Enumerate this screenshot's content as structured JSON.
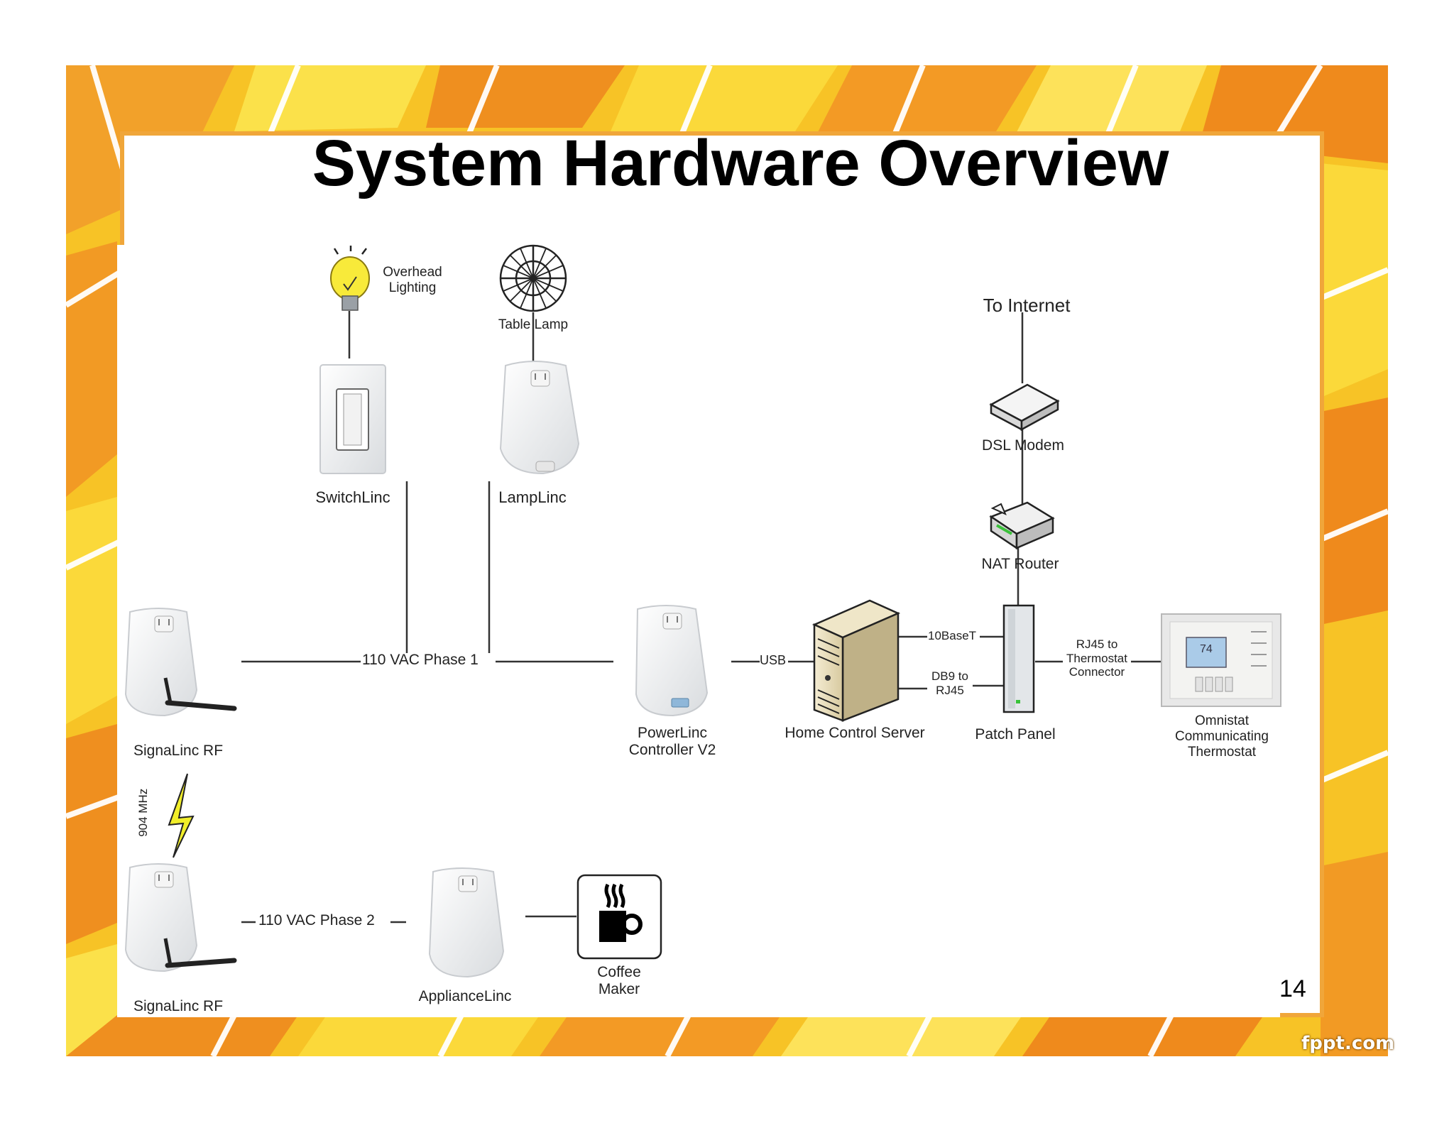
{
  "slide": {
    "title": "System Hardware Overview",
    "page_number": "14",
    "watermark": "fppt.com"
  },
  "devices": {
    "overhead_lighting": "Overhead\nLighting",
    "table_lamp": "Table Lamp",
    "switchlinc": "SwitchLinc",
    "lamplinc": "LampLinc",
    "signalinc_rf_top": "SignaLinc RF",
    "signalinc_rf_bottom": "SignaLinc RF",
    "powerlinc": "PowerLinc\nController V2",
    "home_control_server": "Home Control Server",
    "patch_panel": "Patch Panel",
    "thermostat": "Omnistat\nCommunicating\nThermostat",
    "dsl_modem": "DSL Modem",
    "nat_router": "NAT Router",
    "to_internet": "To Internet",
    "appliancelinc": "ApplianceLinc",
    "coffee_maker": "Coffee\nMaker"
  },
  "connections": {
    "phase1": "110 VAC Phase 1",
    "phase2": "110 VAC Phase 2",
    "usb": "USB",
    "tenbaset": "10BaseT",
    "db9": "DB9 to\nRJ45",
    "rj45": "RJ45 to\nThermostat\nConnector",
    "rf_freq": "904 MHz"
  },
  "thermostat_display": "74"
}
